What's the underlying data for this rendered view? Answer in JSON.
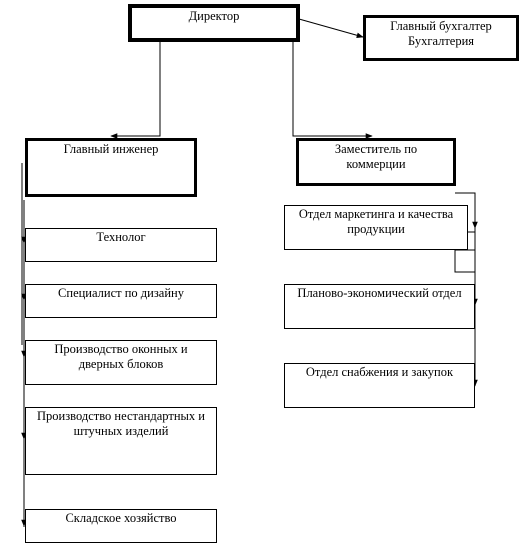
{
  "director": {
    "label": "Директор"
  },
  "chief_accountant": {
    "line1": "Главный бухгалтер",
    "line2": "Бухгалтерия"
  },
  "chief_engineer": {
    "label": "Главный инженер"
  },
  "deputy_commerce": {
    "line1": "Заместитель по",
    "line2": "коммерции"
  },
  "engineer_units": [
    {
      "line1": "Технолог",
      "line2": ""
    },
    {
      "line1": "Специалист по дизайну",
      "line2": ""
    },
    {
      "line1": "Производство оконных и",
      "line2": "дверных блоков"
    },
    {
      "line1": "Производство нестандартных и",
      "line2": "штучных изделий"
    },
    {
      "line1": "Складское хозяйство",
      "line2": ""
    }
  ],
  "commerce_units": [
    {
      "line1": "Отдел маркетинга и качества",
      "line2": "продукции"
    },
    {
      "line1": "Планово-экономический  отдел",
      "line2": ""
    },
    {
      "line1": "Отдел снабжения и закупок",
      "line2": ""
    }
  ]
}
